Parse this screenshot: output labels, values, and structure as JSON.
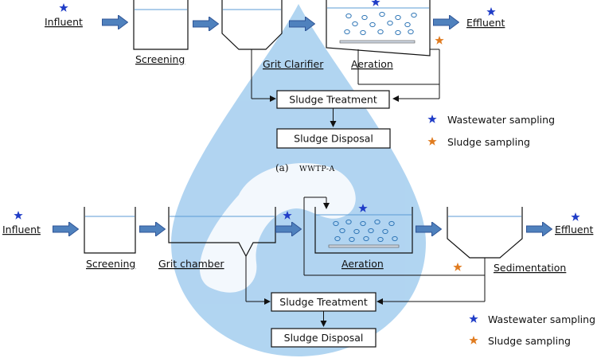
{
  "diagram_a": {
    "influent": "Influent",
    "screening": "Screening",
    "grit": "Grit Clarifier",
    "aeration": "Aeration",
    "effluent": "Effluent",
    "sludge_treatment": "Sludge Treatment",
    "sludge_disposal": "Sludge Disposal",
    "caption_prefix": "(a)",
    "caption_name": "WWTP-A"
  },
  "diagram_b": {
    "influent": "Influent",
    "screening": "Screening",
    "grit": "Grit chamber",
    "aeration": "Aeration",
    "sedimentation": "Sedimentation",
    "effluent": "Effluent",
    "sludge_treatment": "Sludge Treatment",
    "sludge_disposal": "Sludge Disposal"
  },
  "legend": {
    "wastewater": "Wastewater sampling",
    "sludge": "Sludge sampling"
  },
  "colors": {
    "arrow_fill": "#4f81bd",
    "arrow_stroke": "#2f5597",
    "water_line": "#5b9bd5",
    "bubble": "#2e75b6",
    "star_blue": "#1f3cc7",
    "star_orange": "#e07b1f",
    "watermark": "#a9d0f0"
  }
}
